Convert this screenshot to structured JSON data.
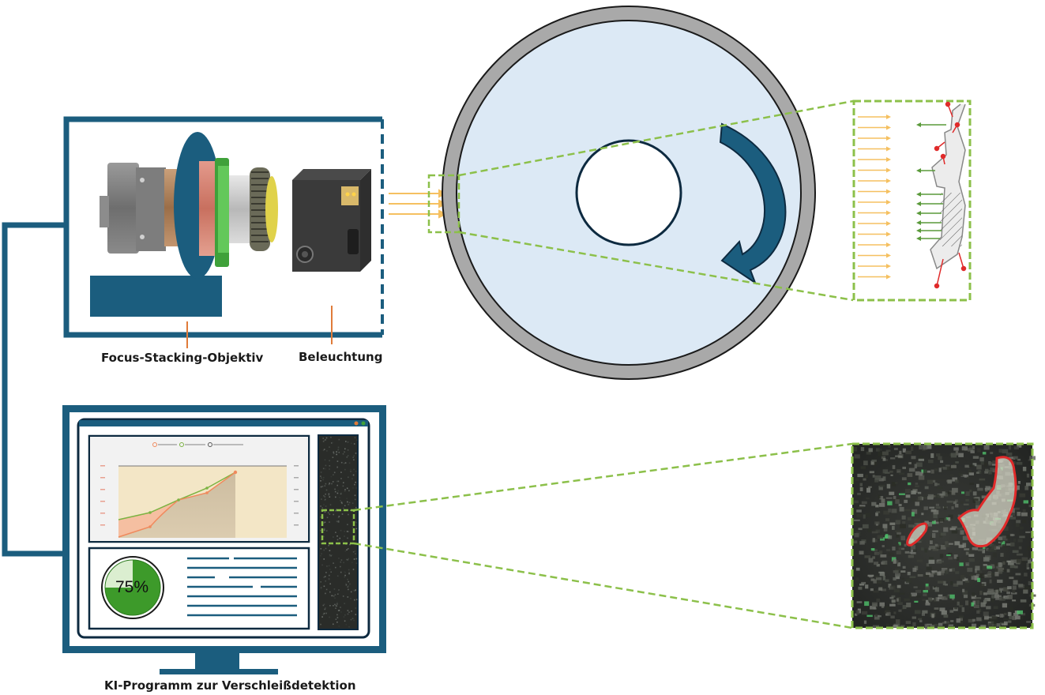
{
  "labels": {
    "lens": "Focus-Stacking-Objektiv",
    "lighting": "Beleuchtung",
    "software": "KI-Programm zur Verschleißdetektion"
  },
  "gauge": {
    "percent_text": "75%",
    "fraction": 0.75
  },
  "colors": {
    "frame": "#1b5d7e",
    "wheel_rim": "#a9a9a9",
    "wheel_fill": "#dce9f5",
    "dash_green": "#8cc04a",
    "light_rays": "#f5c060",
    "pointer": "#e07b39",
    "gauge_green": "#3d9a2a",
    "detection_red": "#e02a2a"
  }
}
